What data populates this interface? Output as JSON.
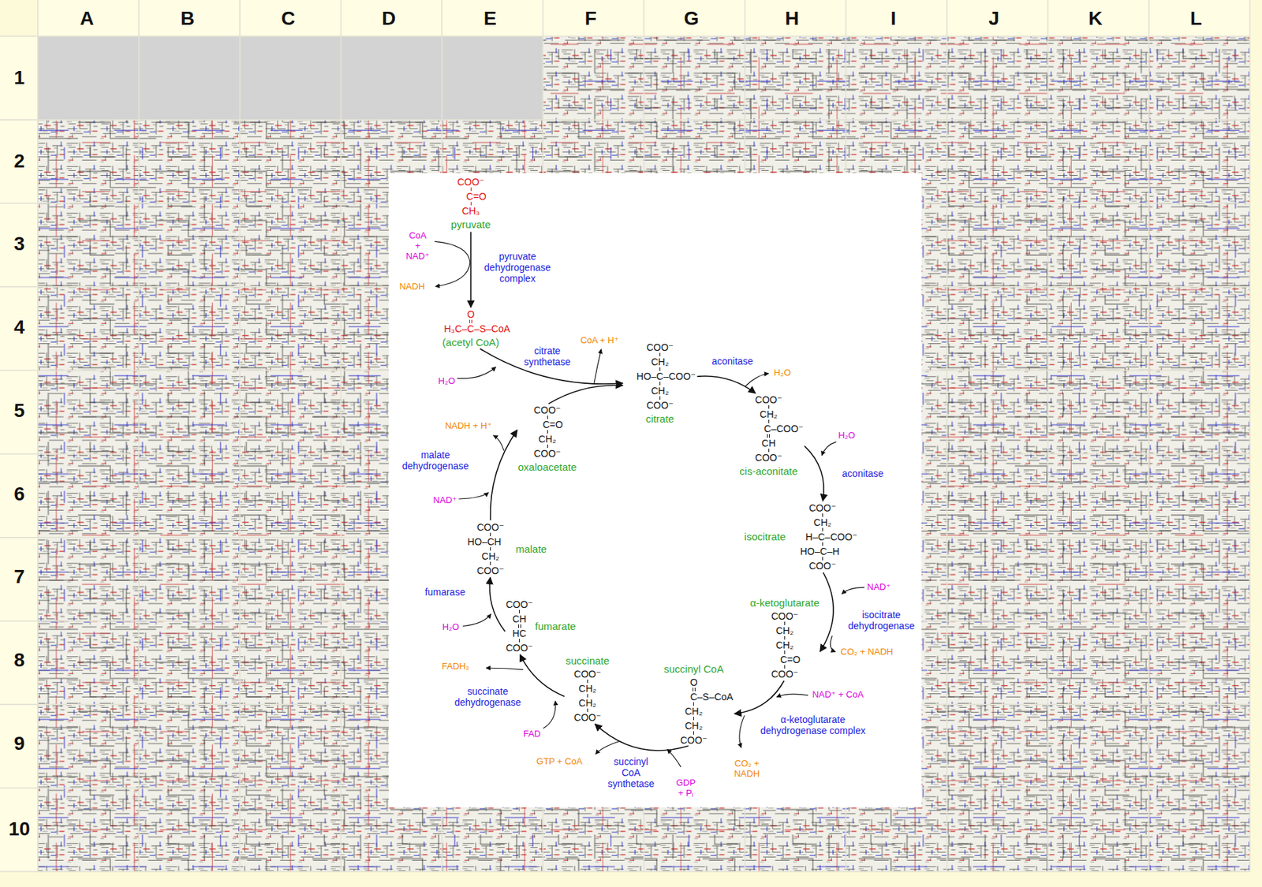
{
  "diagram": {
    "nodes": [
      {
        "text": [
          "pyruvate",
          "COO⁻",
          "C=O",
          "CH₃"
        ]
      },
      {
        "text": [
          "(acetyl CoA)",
          "O",
          "H₃C–C–S–CoA"
        ]
      },
      {
        "text": [
          "citrate",
          "COO⁻",
          "CH₂",
          "HO–C–COO⁻",
          "CH₂",
          "COO⁻"
        ]
      },
      {
        "text": [
          "cis-aconitate",
          "COO⁻",
          "CH₂",
          "C–COO⁻",
          "CH",
          "COO⁻"
        ]
      },
      {
        "text": [
          "isocitrate",
          "COO⁻",
          "CH₂",
          "H–C–COO⁻",
          "HO–C–H",
          "COO⁻"
        ]
      },
      {
        "text": [
          "α-ketoglutarate",
          "COO⁻",
          "CH₂",
          "CH₂",
          "C=O",
          "COO⁻"
        ]
      },
      {
        "text": [
          "succinyl CoA",
          "O",
          "C–S–CoA",
          "CH₂",
          "CH₂",
          "COO⁻"
        ]
      },
      {
        "text": [
          "succinate",
          "COO⁻",
          "CH₂",
          "CH₂",
          "COO⁻"
        ]
      },
      {
        "text": [
          "fumarate",
          "COO⁻",
          "CH",
          "HC",
          "COO⁻"
        ]
      },
      {
        "text": [
          "malate",
          "COO⁻",
          "HO–CH",
          "CH₂",
          "COO⁻"
        ]
      },
      {
        "text": [
          "oxaloacetate",
          "COO⁻",
          "C=O",
          "CH₂",
          "COO⁻"
        ]
      }
    ],
    "edges": [
      {
        "from": 0,
        "to": 1,
        "arrow": "to",
        "label": "pyruvate dehydrogenase complex"
      },
      {
        "from": 1,
        "to": 2,
        "arrow": "to",
        "label": "citrate synthetase"
      },
      {
        "from": 10,
        "to": 2,
        "arrow": "to"
      },
      {
        "from": 2,
        "to": 3,
        "arrow": "to",
        "label": "aconitase"
      },
      {
        "from": 3,
        "to": 4,
        "arrow": "to",
        "label": "aconitase"
      },
      {
        "from": 4,
        "to": 5,
        "arrow": "to",
        "label": "isocitrate dehydrogenase"
      },
      {
        "from": 5,
        "to": 6,
        "arrow": "to",
        "label": "α-ketoglutarate dehydrogenase complex"
      },
      {
        "from": 6,
        "to": 7,
        "arrow": "to",
        "label": "succinyl CoA synthetase"
      },
      {
        "from": 7,
        "to": 8,
        "arrow": "to",
        "label": "succinate dehydrogenase"
      },
      {
        "from": 8,
        "to": 9,
        "arrow": "to",
        "label": "fumarase"
      },
      {
        "from": 9,
        "to": 10,
        "arrow": "to",
        "label": "malate dehydrogenase"
      }
    ],
    "labels": [
      "A",
      "B",
      "C",
      "D",
      "E",
      "F",
      "G",
      "H",
      "I",
      "J",
      "K",
      "L",
      "1",
      "2",
      "3",
      "4",
      "5",
      "6",
      "7",
      "8",
      "9",
      "10",
      "CoA + NAD⁺",
      "NADH",
      "CoA + H⁺",
      "H₂O",
      "H₂O",
      "H₂O",
      "NAD⁺",
      "CO₂ + NADH",
      "NAD⁺ + CoA",
      "CO₂ + NADH",
      "GDP + Pᵢ",
      "GTP + CoA",
      "FAD",
      "FADH₂",
      "H₂O",
      "NAD⁺",
      "NADH + H⁺"
    ]
  }
}
